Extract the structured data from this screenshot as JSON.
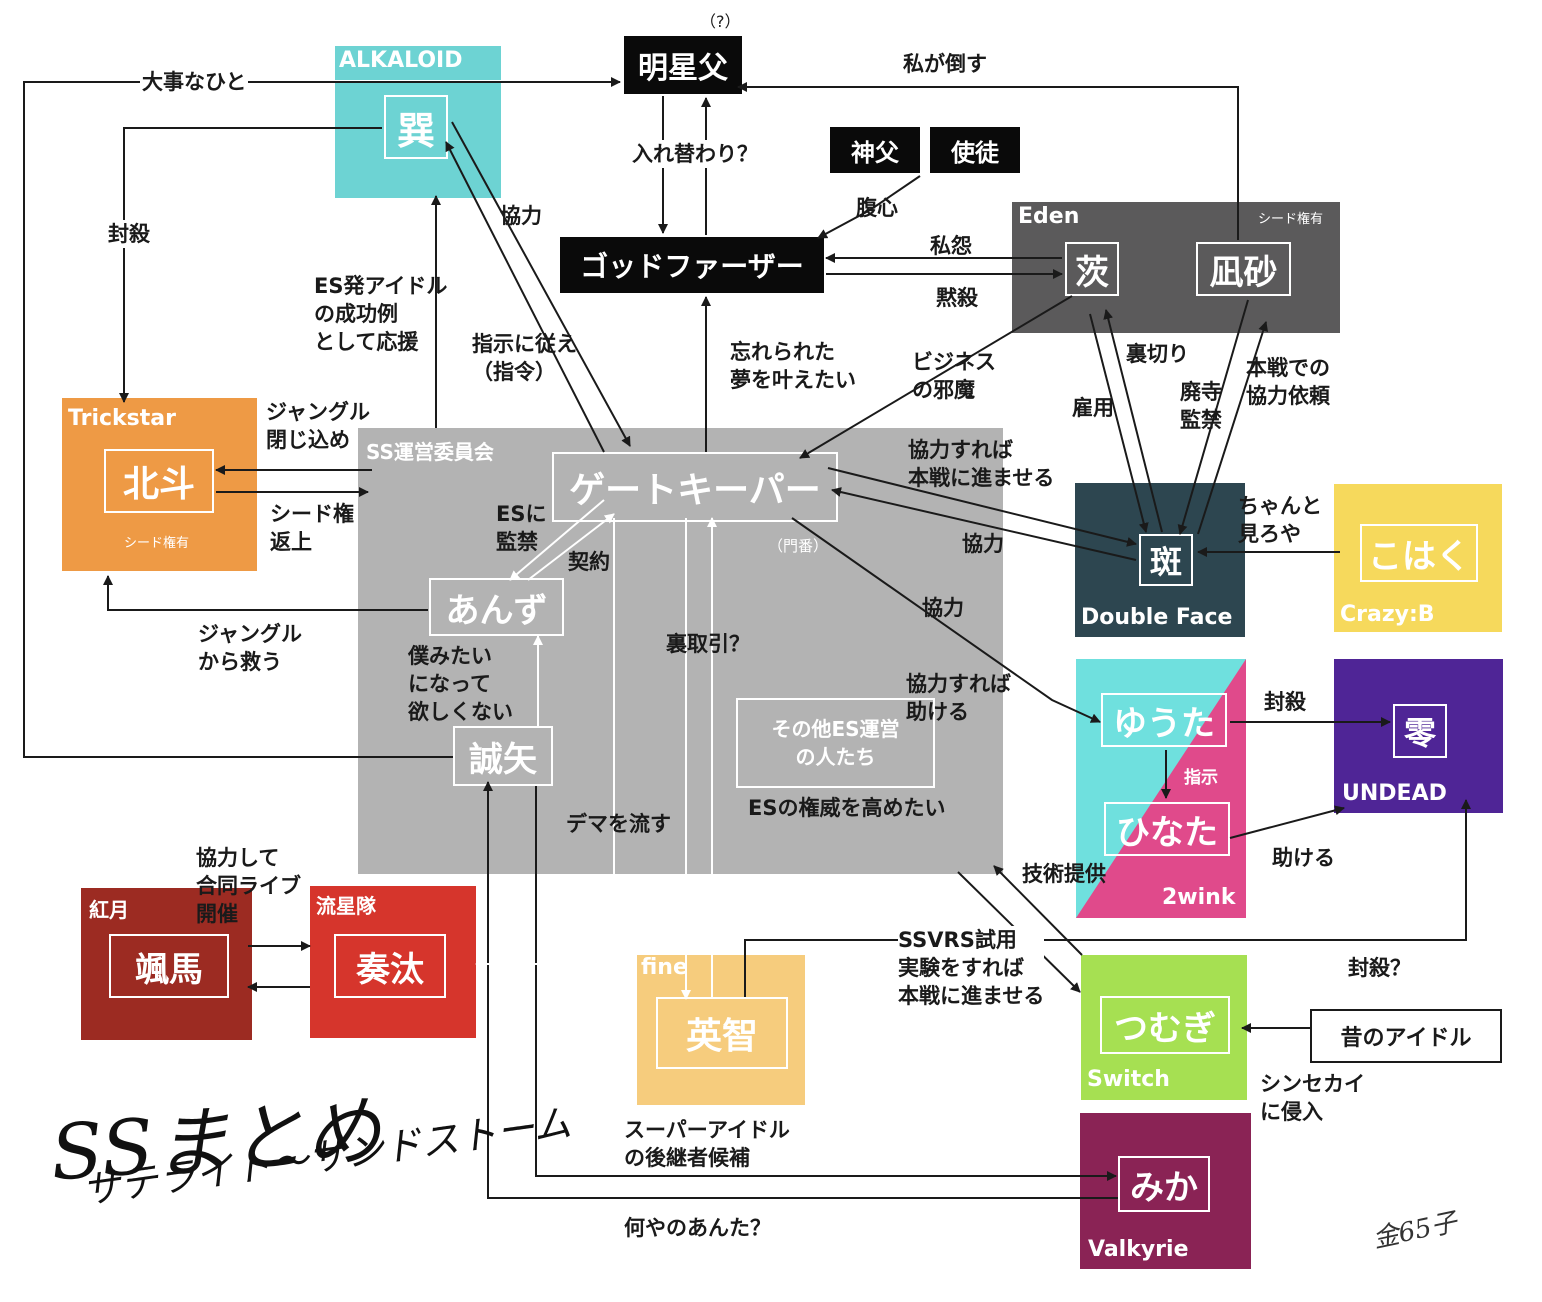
{
  "groups": {
    "alkaloid": {
      "label": "ALKALOID",
      "color": "#6dd3d3"
    },
    "trickstar": {
      "label": "Trickstar",
      "seed": "シード権有",
      "color": "#ee9a45"
    },
    "ss_committee": {
      "label": "SS運営委員会",
      "color": "#b3b3b3"
    },
    "eden": {
      "label": "Eden",
      "seed": "シード権有",
      "color": "#5b5a5b"
    },
    "double_face": {
      "label": "Double Face",
      "color": "#2d4650"
    },
    "crazyb": {
      "label": "Crazy:B",
      "color": "#f6d95c"
    },
    "twink": {
      "label": "2wink",
      "color_a": "#6fe0de",
      "color_b": "#e04a8b"
    },
    "undead": {
      "label": "UNDEAD",
      "color": "#4f2596"
    },
    "switch": {
      "label": "Switch",
      "color": "#a6e052"
    },
    "valkyrie": {
      "label": "Valkyrie",
      "color": "#8a2355"
    },
    "fine": {
      "label": "fine",
      "color": "#f6cc7d"
    },
    "kougetsu": {
      "label": "紅月",
      "color": "#9c2b22"
    },
    "ryuseitai": {
      "label": "流星隊",
      "color": "#d6352c"
    }
  },
  "nodes": {
    "tatsumi": "巽",
    "hokuto": "北斗",
    "gatekeeper": "ゲートキーパー",
    "gatekeeper_sub": "（門番）",
    "anzu": "あんず",
    "makoto": "誠矢",
    "others": "その他ES運営\nの人たち",
    "ibara": "茨",
    "nagisa": "凪砂",
    "madara": "斑",
    "kohaku": "こはく",
    "yuta": "ゆうた",
    "hinata": "ひなた",
    "rei": "零",
    "eichi": "英智",
    "tsumugi": "つむぎ",
    "mika": "みか",
    "souma": "颯馬",
    "kanata": "奏汰"
  },
  "black_nodes": {
    "akehoshi": "明星父",
    "godfather": "ゴッドファーザー",
    "shinpu": "神父",
    "shito": "使徒"
  },
  "mystery_mark": "（?）",
  "plain_node": "昔のアイドル",
  "edge_labels": {
    "daiji": "大事なひと",
    "fuusatsu1": "封殺",
    "kyouryoku1": "協力",
    "irekawari": "入れ替わり？",
    "watashi": "私が倒す",
    "fukushin": "腹心",
    "shien": "私怨",
    "mokusatsu": "黙殺",
    "es_idol": "ES発アイドル\nの成功例\nとして応援",
    "shiji": "指示に従え\n（指令）",
    "wasure": "忘れられた\n夢を叶えたい",
    "business": "ビジネス\nの邪魔",
    "uragiri": "裏切り",
    "koyou": "雇用",
    "haidera": "廃寺\n監禁",
    "honsen_irai": "本戦での\n協力依頼",
    "jungle1": "ジャングル\n閉じ込め",
    "seed_back": "シード権\n返上",
    "es_kankin": "ESに\n監禁",
    "keiyaku": "契約",
    "kyouryoku_sureba": "協力すれば\n本戦に進ませる",
    "chanto": "ちゃんと\n見ろや",
    "kyouryoku2": "協力",
    "kyouryoku3": "協力",
    "uratorihiki": "裏取引？",
    "jungle2": "ジャングル\nから救う",
    "bokumitai": "僕みたい\nになって\n欲しくない",
    "tasukeru_sureba": "協力すれば\n助ける",
    "fuusatsu2": "封殺",
    "shiji2": "指示",
    "dema": "デマを流す",
    "es_ken": "ESの権威を高めたい",
    "tasukeru": "助ける",
    "gijutsu": "技術提供",
    "kyouryoku_live": "協力して\n合同ライブ\n開催",
    "ssvrs": "SSVRS試用\n実験をすれば\n本戦に進ませる",
    "fuusatsu3": "封殺？",
    "shinsekai": "シンセカイ\nに侵入",
    "super_idol": "スーパーアイドル\nの後継者候補",
    "nanya": "何やのあんた？"
  },
  "title": "SSまとめ",
  "subtitle": "サテライト〜サンドストーム",
  "signature": "金65子"
}
